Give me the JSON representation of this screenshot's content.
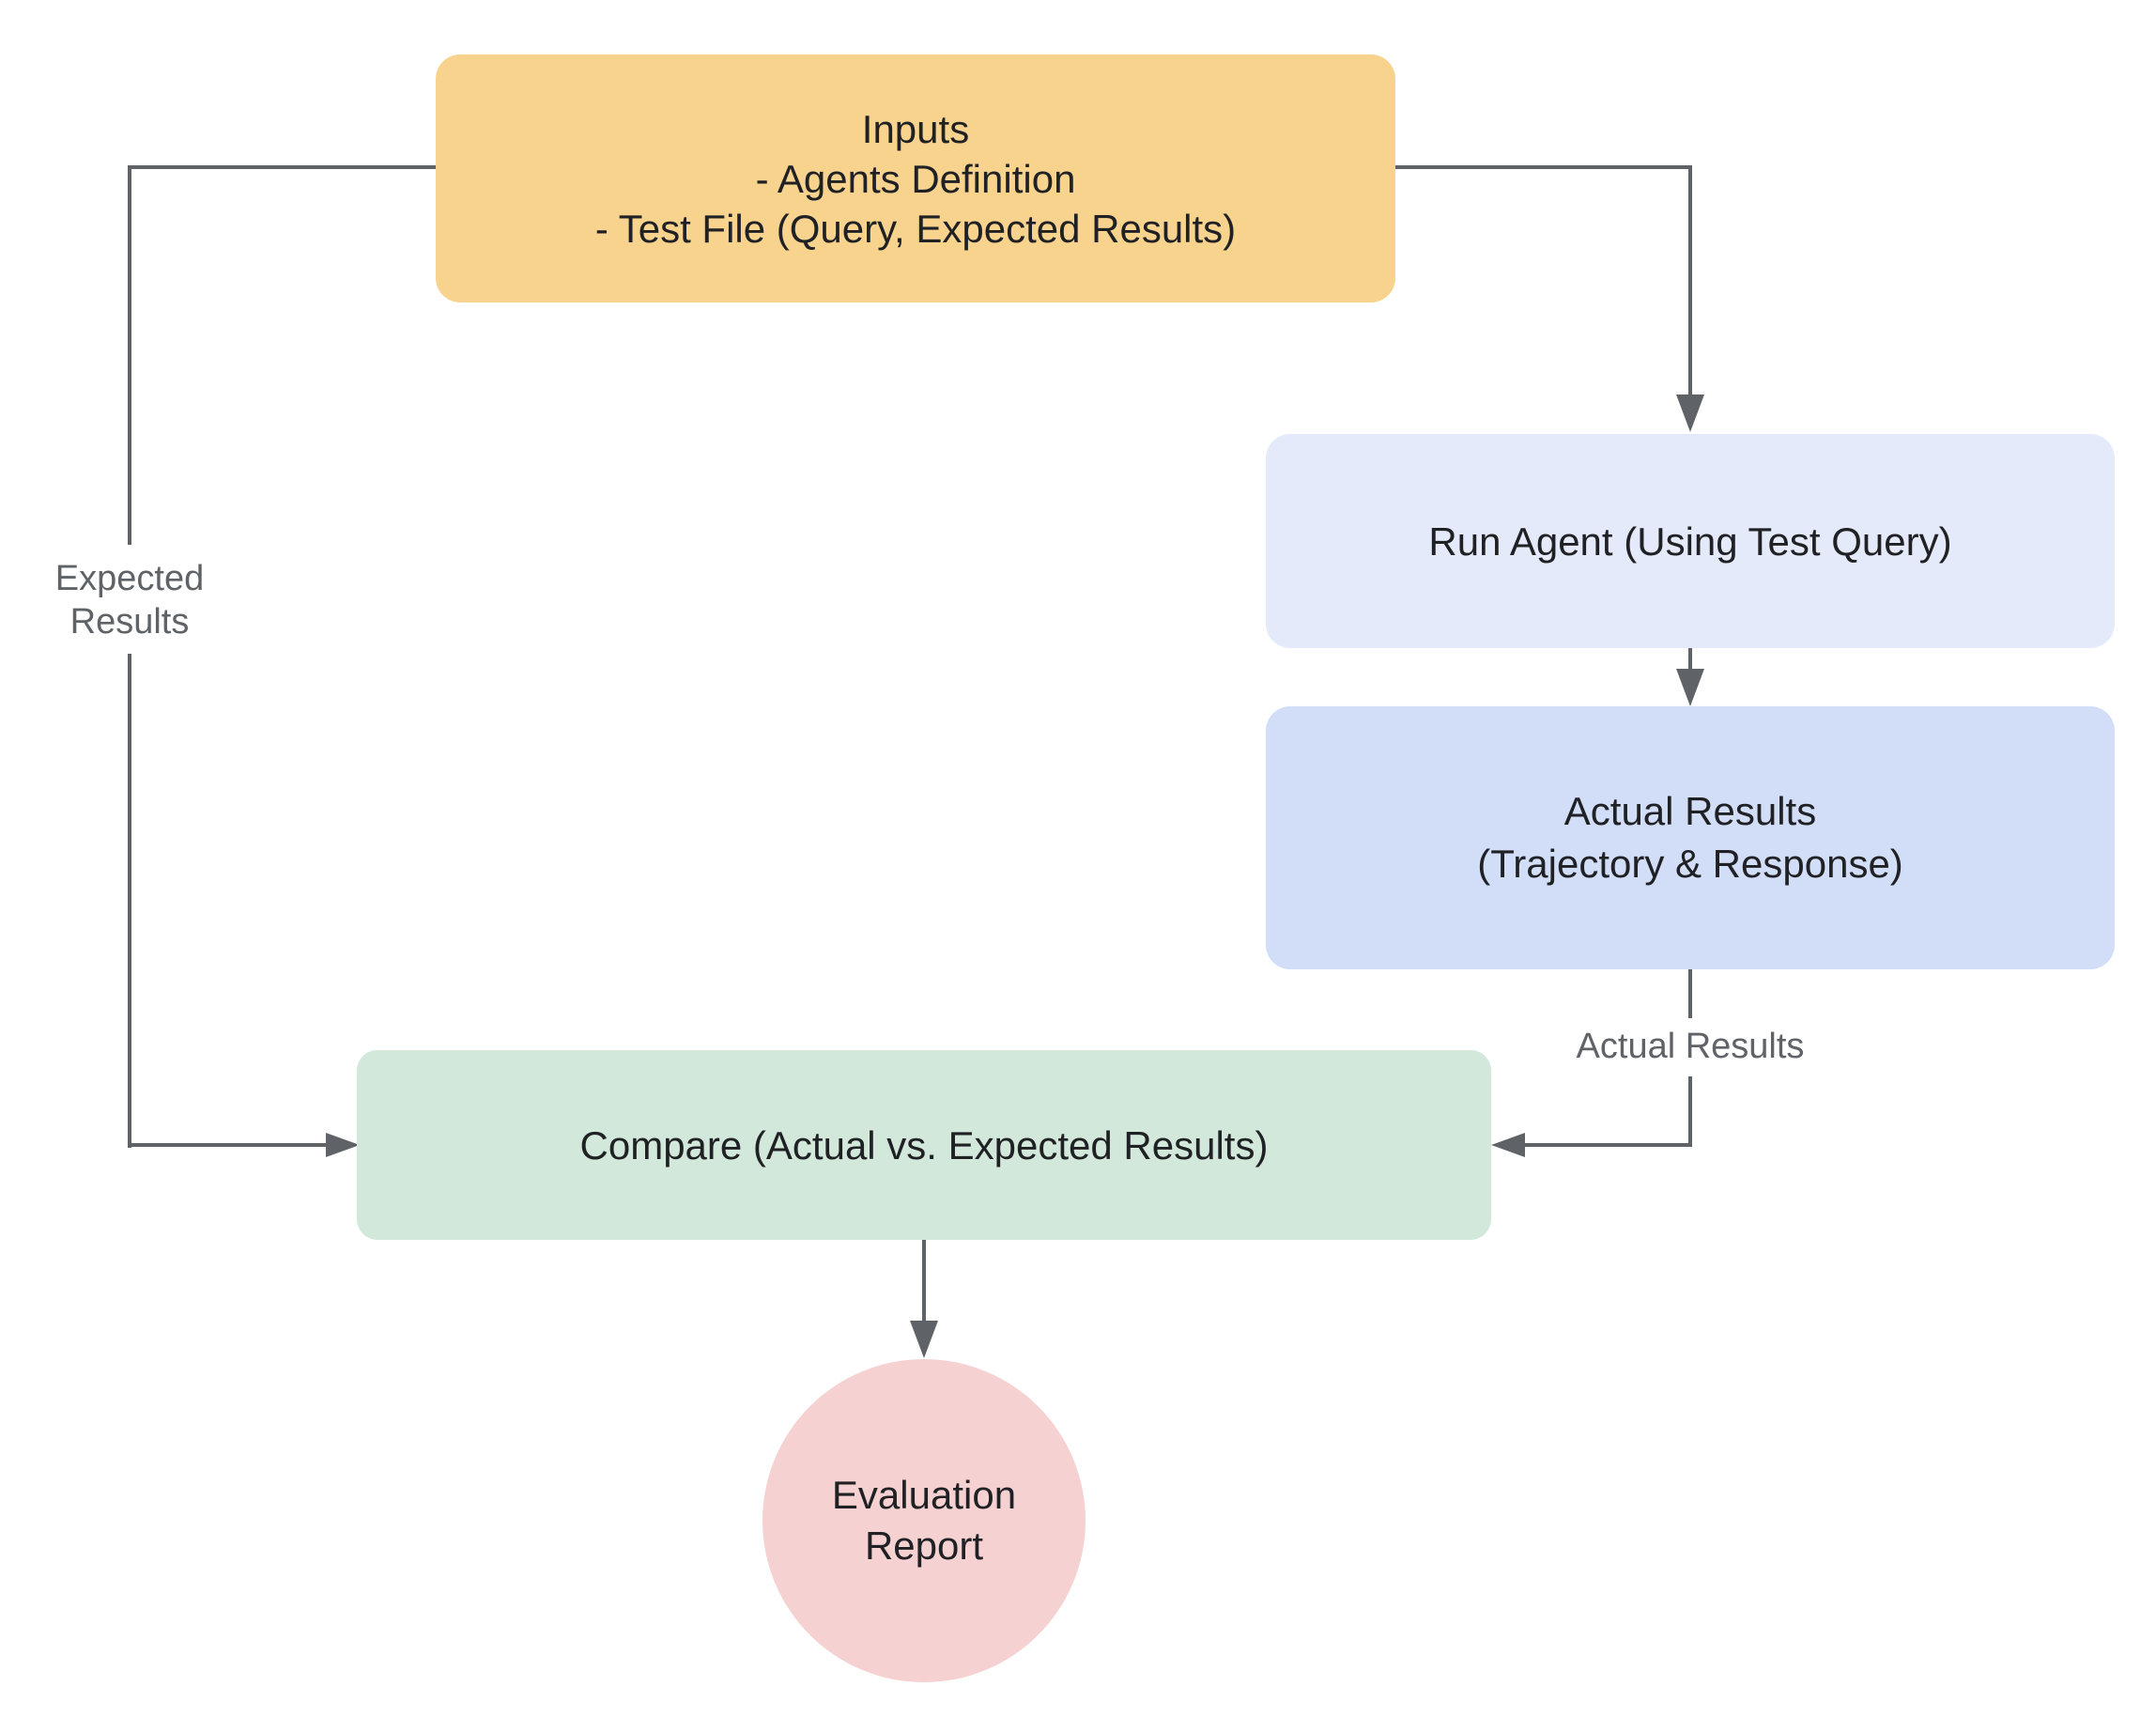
{
  "diagram": {
    "background_color": "#FFFFFF",
    "connector_color": "#5F6368",
    "node_text_color": "#202124",
    "edge_label_color": "#5F6368",
    "nodes": {
      "inputs": {
        "lines": [
          "Inputs",
          "- Agents Definition",
          "- Test File (Query, Expected Results)"
        ],
        "fill": "#F8D38E"
      },
      "run_agent": {
        "label": "Run Agent (Using Test Query)",
        "fill": "#E5EAFA"
      },
      "actual_results": {
        "lines": [
          "Actual Results",
          "(Trajectory & Response)"
        ],
        "fill": "#D2DDF7"
      },
      "compare": {
        "label": "Compare (Actual vs. Expected Results)",
        "fill": "#D2E8DA"
      },
      "evaluation_report": {
        "lines": [
          "Evaluation",
          "Report"
        ],
        "fill": "#F5D1D1"
      }
    },
    "edge_labels": {
      "expected_results": "Expected\nResults",
      "actual_results": "Actual Results"
    }
  }
}
